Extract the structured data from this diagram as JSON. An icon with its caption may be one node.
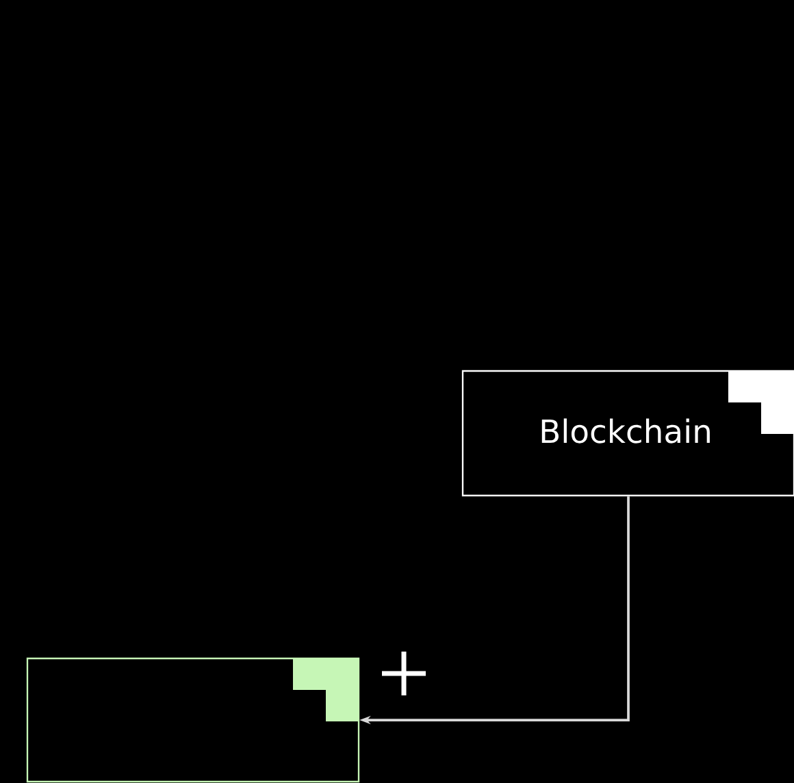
{
  "diagram": {
    "nodes": [
      {
        "text": [
          "Blockchain"
        ]
      },
      {
        "text": [],
        "shape": "box"
      }
    ],
    "edges": [
      {
        "from": 0,
        "to": 1,
        "arrow": "to"
      }
    ]
  }
}
